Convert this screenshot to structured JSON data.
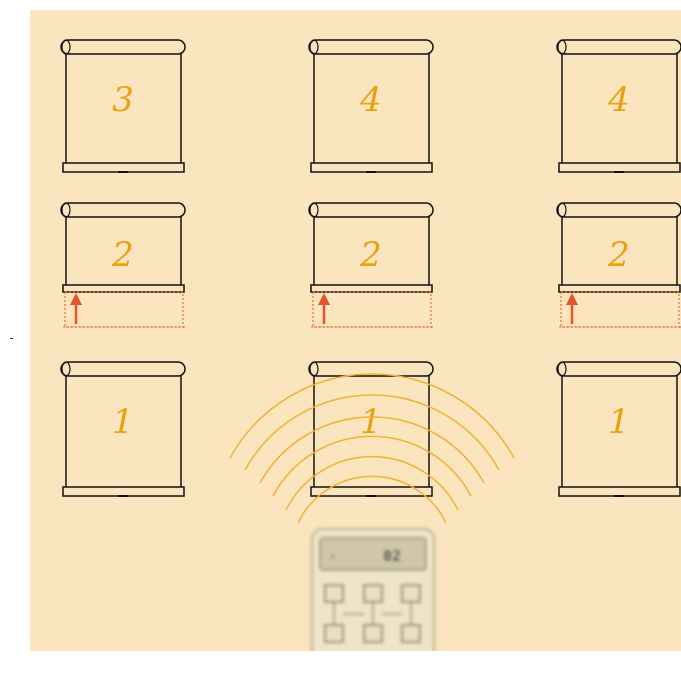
{
  "colors": {
    "background": "#fbe5bf",
    "shade_outline": "#111111",
    "number": "#e9a20f",
    "arrow": "#e8532a",
    "dashed_guide": "#e8532a",
    "signal_waves": "#f0b232"
  },
  "rows": [
    {
      "row": "top",
      "blinds": [
        {
          "label": "3",
          "state": "closed"
        },
        {
          "label": "4",
          "state": "closed"
        },
        {
          "label": "4",
          "state": "closed"
        }
      ]
    },
    {
      "row": "middle",
      "blinds": [
        {
          "label": "2",
          "state": "raising",
          "icon": "up-arrow-icon"
        },
        {
          "label": "2",
          "state": "raising",
          "icon": "up-arrow-icon"
        },
        {
          "label": "2",
          "state": "raising",
          "icon": "up-arrow-icon"
        }
      ]
    },
    {
      "row": "bottom",
      "blinds": [
        {
          "label": "1",
          "state": "closed"
        },
        {
          "label": "1",
          "state": "closed",
          "icon": "signal-waves-icon"
        },
        {
          "label": "1",
          "state": "closed"
        }
      ]
    }
  ],
  "remote": {
    "display_channel": "02",
    "display_mark": "▸",
    "buttons_icon": "remote-button-icon",
    "button_count": 6
  }
}
